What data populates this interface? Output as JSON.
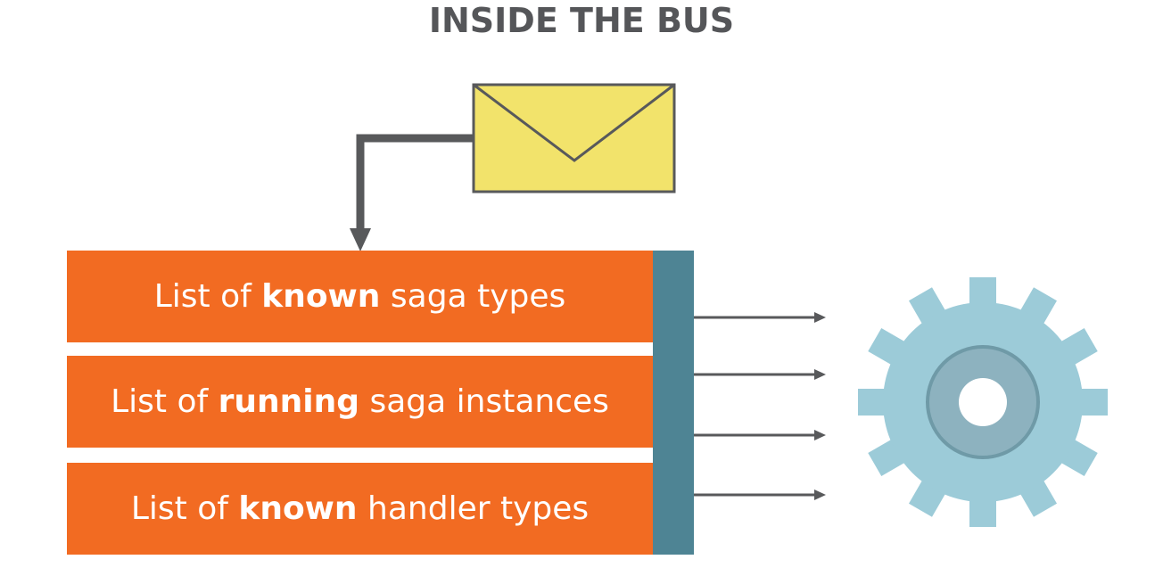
{
  "title": "INSIDE THE BUS",
  "rows": [
    {
      "prefix": "List of",
      "emphasis": "known",
      "suffix": "saga types"
    },
    {
      "prefix": "List of",
      "emphasis": "running",
      "suffix": "saga instances"
    },
    {
      "prefix": "List of",
      "emphasis": "known",
      "suffix": "handler types"
    }
  ],
  "colors": {
    "row_fill": "#f26b22",
    "bus_bar": "#4e8494",
    "envelope": "#f2e36b",
    "envelope_stroke": "#58595b",
    "arrow": "#58595b",
    "gear": "#9ccbd8",
    "gear_hub": "#8db2bf",
    "title": "#555659"
  },
  "icons": {
    "message": "envelope-icon",
    "processor": "gear-icon"
  }
}
